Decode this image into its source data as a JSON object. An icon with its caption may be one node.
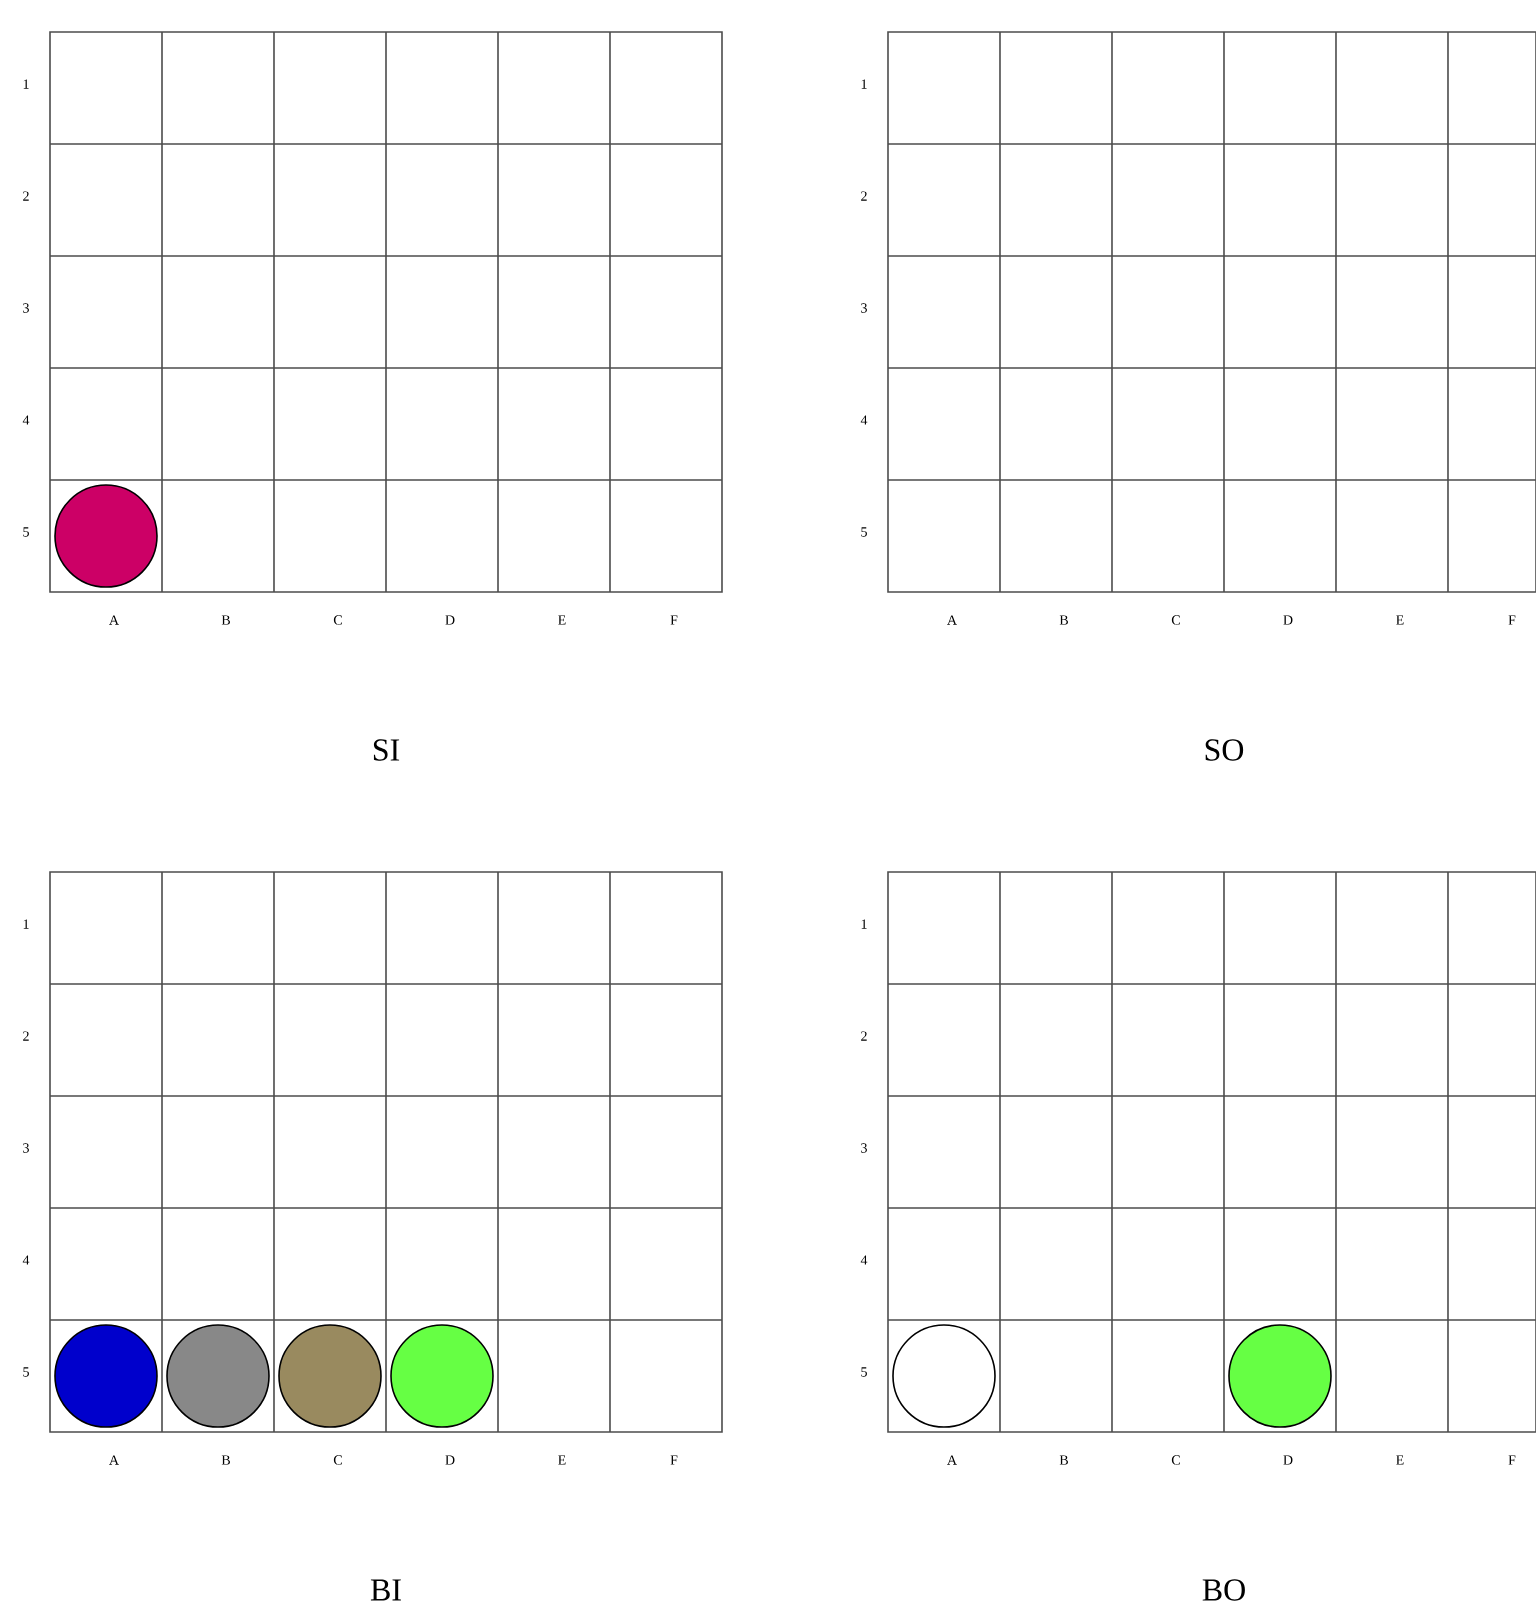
{
  "diagram": {
    "nodes": [
      {
        "text": [],
        "shape": "circle"
      },
      {
        "text": [],
        "shape": "circle"
      },
      {
        "text": [],
        "shape": "circle"
      },
      {
        "text": [],
        "shape": "circle"
      },
      {
        "text": [],
        "shape": "circle"
      },
      {
        "text": [],
        "shape": "circle"
      },
      {
        "text": [],
        "shape": "circle"
      }
    ],
    "labels": [
      "1",
      "2",
      "3",
      "4",
      "5",
      "A",
      "B",
      "C",
      "D",
      "E",
      "F",
      "SI",
      "1",
      "2",
      "3",
      "4",
      "5",
      "A",
      "B",
      "C",
      "D",
      "E",
      "F",
      "SO",
      "1",
      "2",
      "3",
      "4",
      "5",
      "A",
      "B",
      "C",
      "D",
      "E",
      "F",
      "BI",
      "1",
      "2",
      "3",
      "4",
      "5",
      "A",
      "B",
      "C",
      "D",
      "E",
      "F",
      "BO"
    ]
  }
}
